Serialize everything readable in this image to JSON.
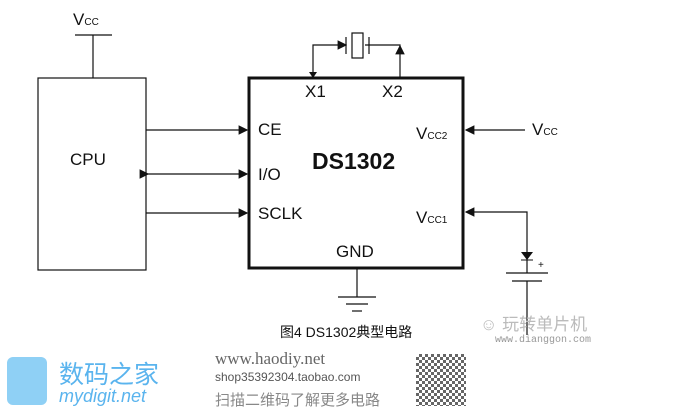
{
  "diagram": {
    "vcc_top": {
      "main": "V",
      "sub": "CC"
    },
    "cpu": "CPU",
    "chip": "DS1302",
    "pins": {
      "x1": "X1",
      "x2": "X2",
      "ce": "CE",
      "io": "I/O",
      "sclk": "SCLK",
      "gnd": "GND",
      "vcc2": {
        "main": "V",
        "sub": "CC2"
      },
      "vcc1": {
        "main": "V",
        "sub": "CC1"
      }
    },
    "vcc_right": {
      "main": "V",
      "sub": "CC"
    },
    "battery_plus": "+",
    "caption": "图4 DS1302典型电路"
  },
  "watermarks": {
    "wechat": "玩转单片机",
    "wechat_url": "www.dianggon.com",
    "brand_cn": "数码之家",
    "brand_url": "mydigit.net",
    "site": "www.haodiy.net",
    "shop": "shop35392304.taobao.com",
    "scan": "扫描二维码了解更多电路"
  },
  "colors": {
    "line": "#111111",
    "brand": "#5ab4ee"
  }
}
